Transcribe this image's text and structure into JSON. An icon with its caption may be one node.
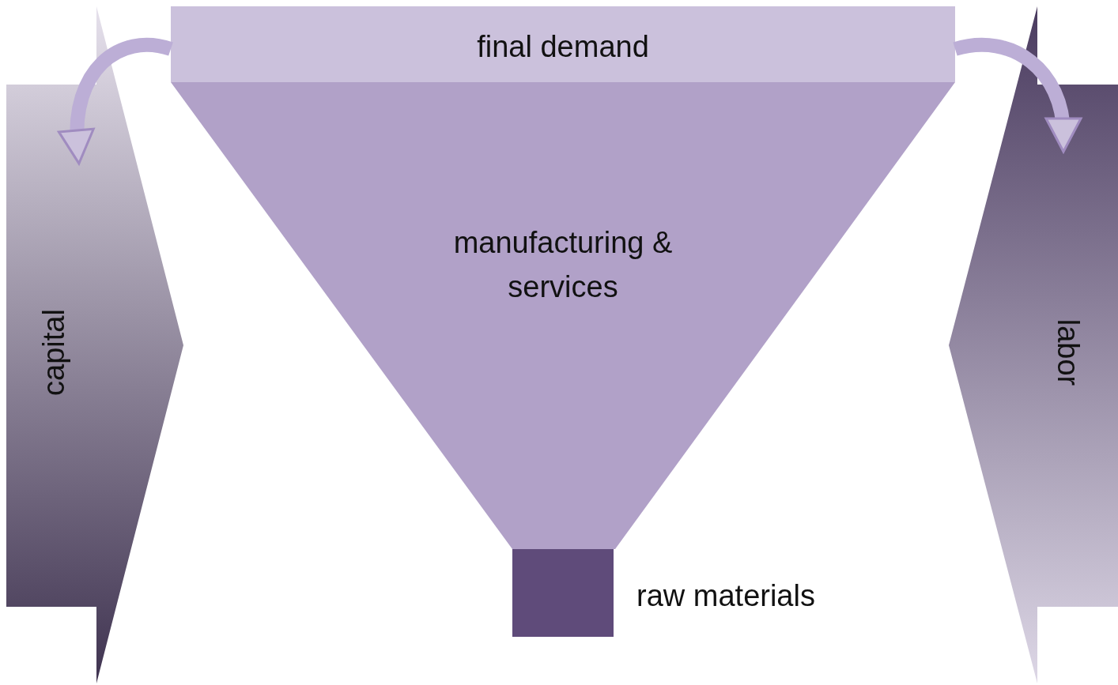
{
  "diagram": {
    "nodes": [
      {
        "text": [
          "final demand"
        ]
      },
      {
        "text": [
          "manufacturing & services"
        ]
      },
      {
        "text": [],
        "shape": "box",
        "beside": [
          "raw materials"
        ]
      },
      {
        "text": [
          "capital"
        ]
      },
      {
        "text": [
          "labor"
        ]
      }
    ],
    "edges": [
      {
        "from": 0,
        "to": 3,
        "arrow": "to"
      },
      {
        "from": 0,
        "to": 4,
        "arrow": "to"
      }
    ]
  }
}
